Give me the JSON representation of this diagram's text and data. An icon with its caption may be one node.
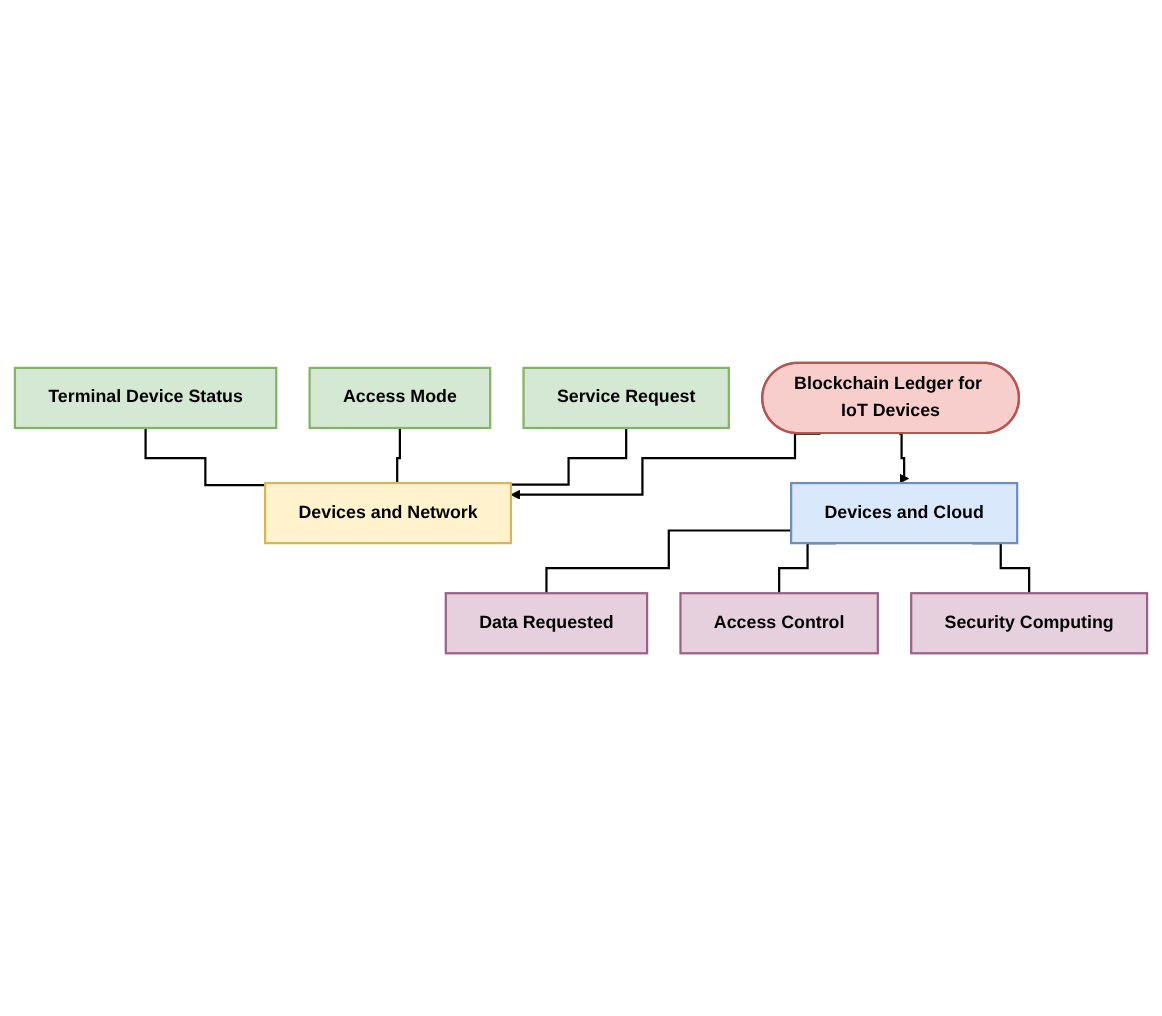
{
  "diagram": {
    "nodes": [
      {
        "text": [
          "Terminal Device Status"
        ]
      },
      {
        "text": [
          "Access Mode"
        ]
      },
      {
        "text": [
          "Service Request"
        ]
      },
      {
        "text": [
          "Devices and Network"
        ]
      },
      {
        "text": [
          "Blockchain Ledger for IoT Devices"
        ]
      },
      {
        "text": [
          "Devices and Cloud"
        ]
      },
      {
        "text": [
          "Data Requested"
        ]
      },
      {
        "text": [
          "Access Control"
        ]
      },
      {
        "text": [
          "Security Computing"
        ]
      }
    ],
    "edges": [
      {
        "from": 0,
        "to": 3,
        "arrow": "none"
      },
      {
        "from": 1,
        "to": 3,
        "arrow": "none"
      },
      {
        "from": 2,
        "to": 3,
        "arrow": "none"
      },
      {
        "from": 4,
        "to": 3,
        "arrow": "to"
      },
      {
        "from": 4,
        "to": 5,
        "arrow": "to"
      },
      {
        "from": 5,
        "to": 6,
        "arrow": "none"
      },
      {
        "from": 5,
        "to": 7,
        "arrow": "none"
      },
      {
        "from": 5,
        "to": 8,
        "arrow": "none"
      }
    ]
  }
}
